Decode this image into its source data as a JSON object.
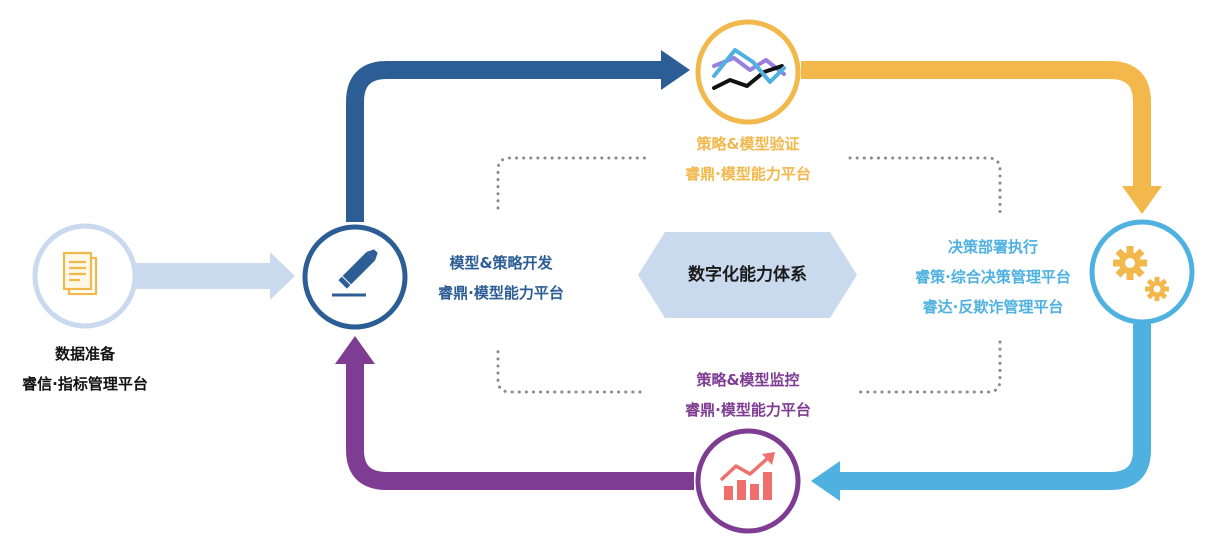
{
  "colors": {
    "dark_blue": "#2c5e95",
    "gold": "#f2b84b",
    "light_blue": "#4fb1e0",
    "purple": "#7e3d93",
    "pale_blue": "#c9d9ee",
    "dotted": "#8a8a8a",
    "black_text": "#111111"
  },
  "hub": {
    "label": "数字化能力体系"
  },
  "stages": {
    "data_prep": {
      "title": "数据准备",
      "platform": "睿信·指标管理平台",
      "icon": "document-icon"
    },
    "develop": {
      "title": "模型&策略开发",
      "platform": "睿鼎·模型能力平台",
      "icon": "pencil-icon"
    },
    "validate": {
      "title": "策略&模型验证",
      "platform": "睿鼎·模型能力平台",
      "icon": "line-chart-icon"
    },
    "deploy": {
      "title": "决策部署执行",
      "platform1": "睿策·综合决策管理平台",
      "platform2": "睿达·反欺诈管理平台",
      "icon": "gears-icon"
    },
    "monitor": {
      "title": "策略&模型监控",
      "platform": "睿鼎·模型能力平台",
      "icon": "growth-chart-icon"
    }
  }
}
